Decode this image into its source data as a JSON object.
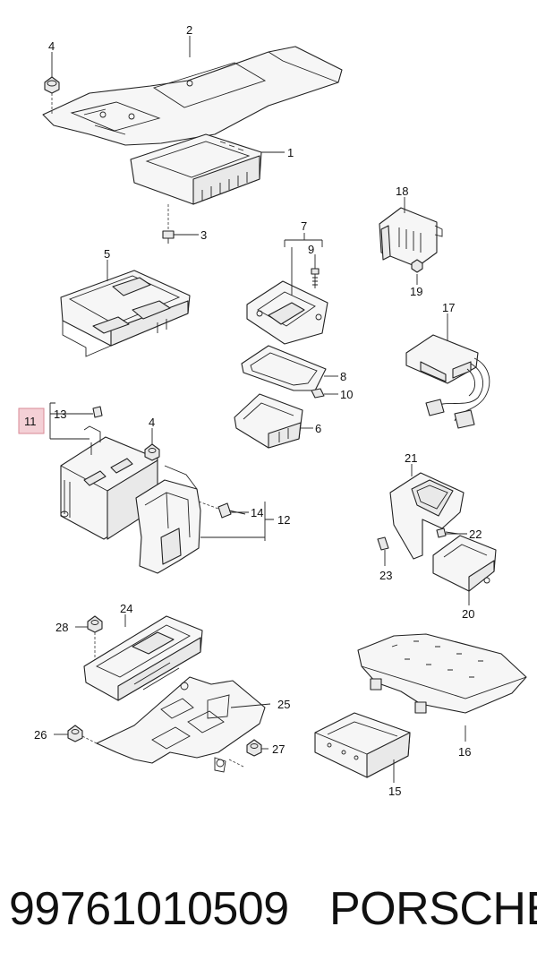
{
  "callouts": {
    "c1": "1",
    "c2": "2",
    "c3": "3",
    "c4a": "4",
    "c4b": "4",
    "c5": "5",
    "c6": "6",
    "c7": "7",
    "c8": "8",
    "c9": "9",
    "c10": "10",
    "c11": "11",
    "c12": "12",
    "c13": "13",
    "c14": "14",
    "c15": "15",
    "c16": "16",
    "c17": "17",
    "c18": "18",
    "c19": "19",
    "c20": "20",
    "c21": "21",
    "c22": "22",
    "c23": "23",
    "c24": "24",
    "c25": "25",
    "c26": "26",
    "c27": "27",
    "c28": "28"
  },
  "footer": {
    "part_number": "99761010509",
    "brand": "PORSCHE"
  },
  "colors": {
    "line": "#222222",
    "highlight_box": "#f4d0d6",
    "highlight_border": "#d98a96"
  }
}
